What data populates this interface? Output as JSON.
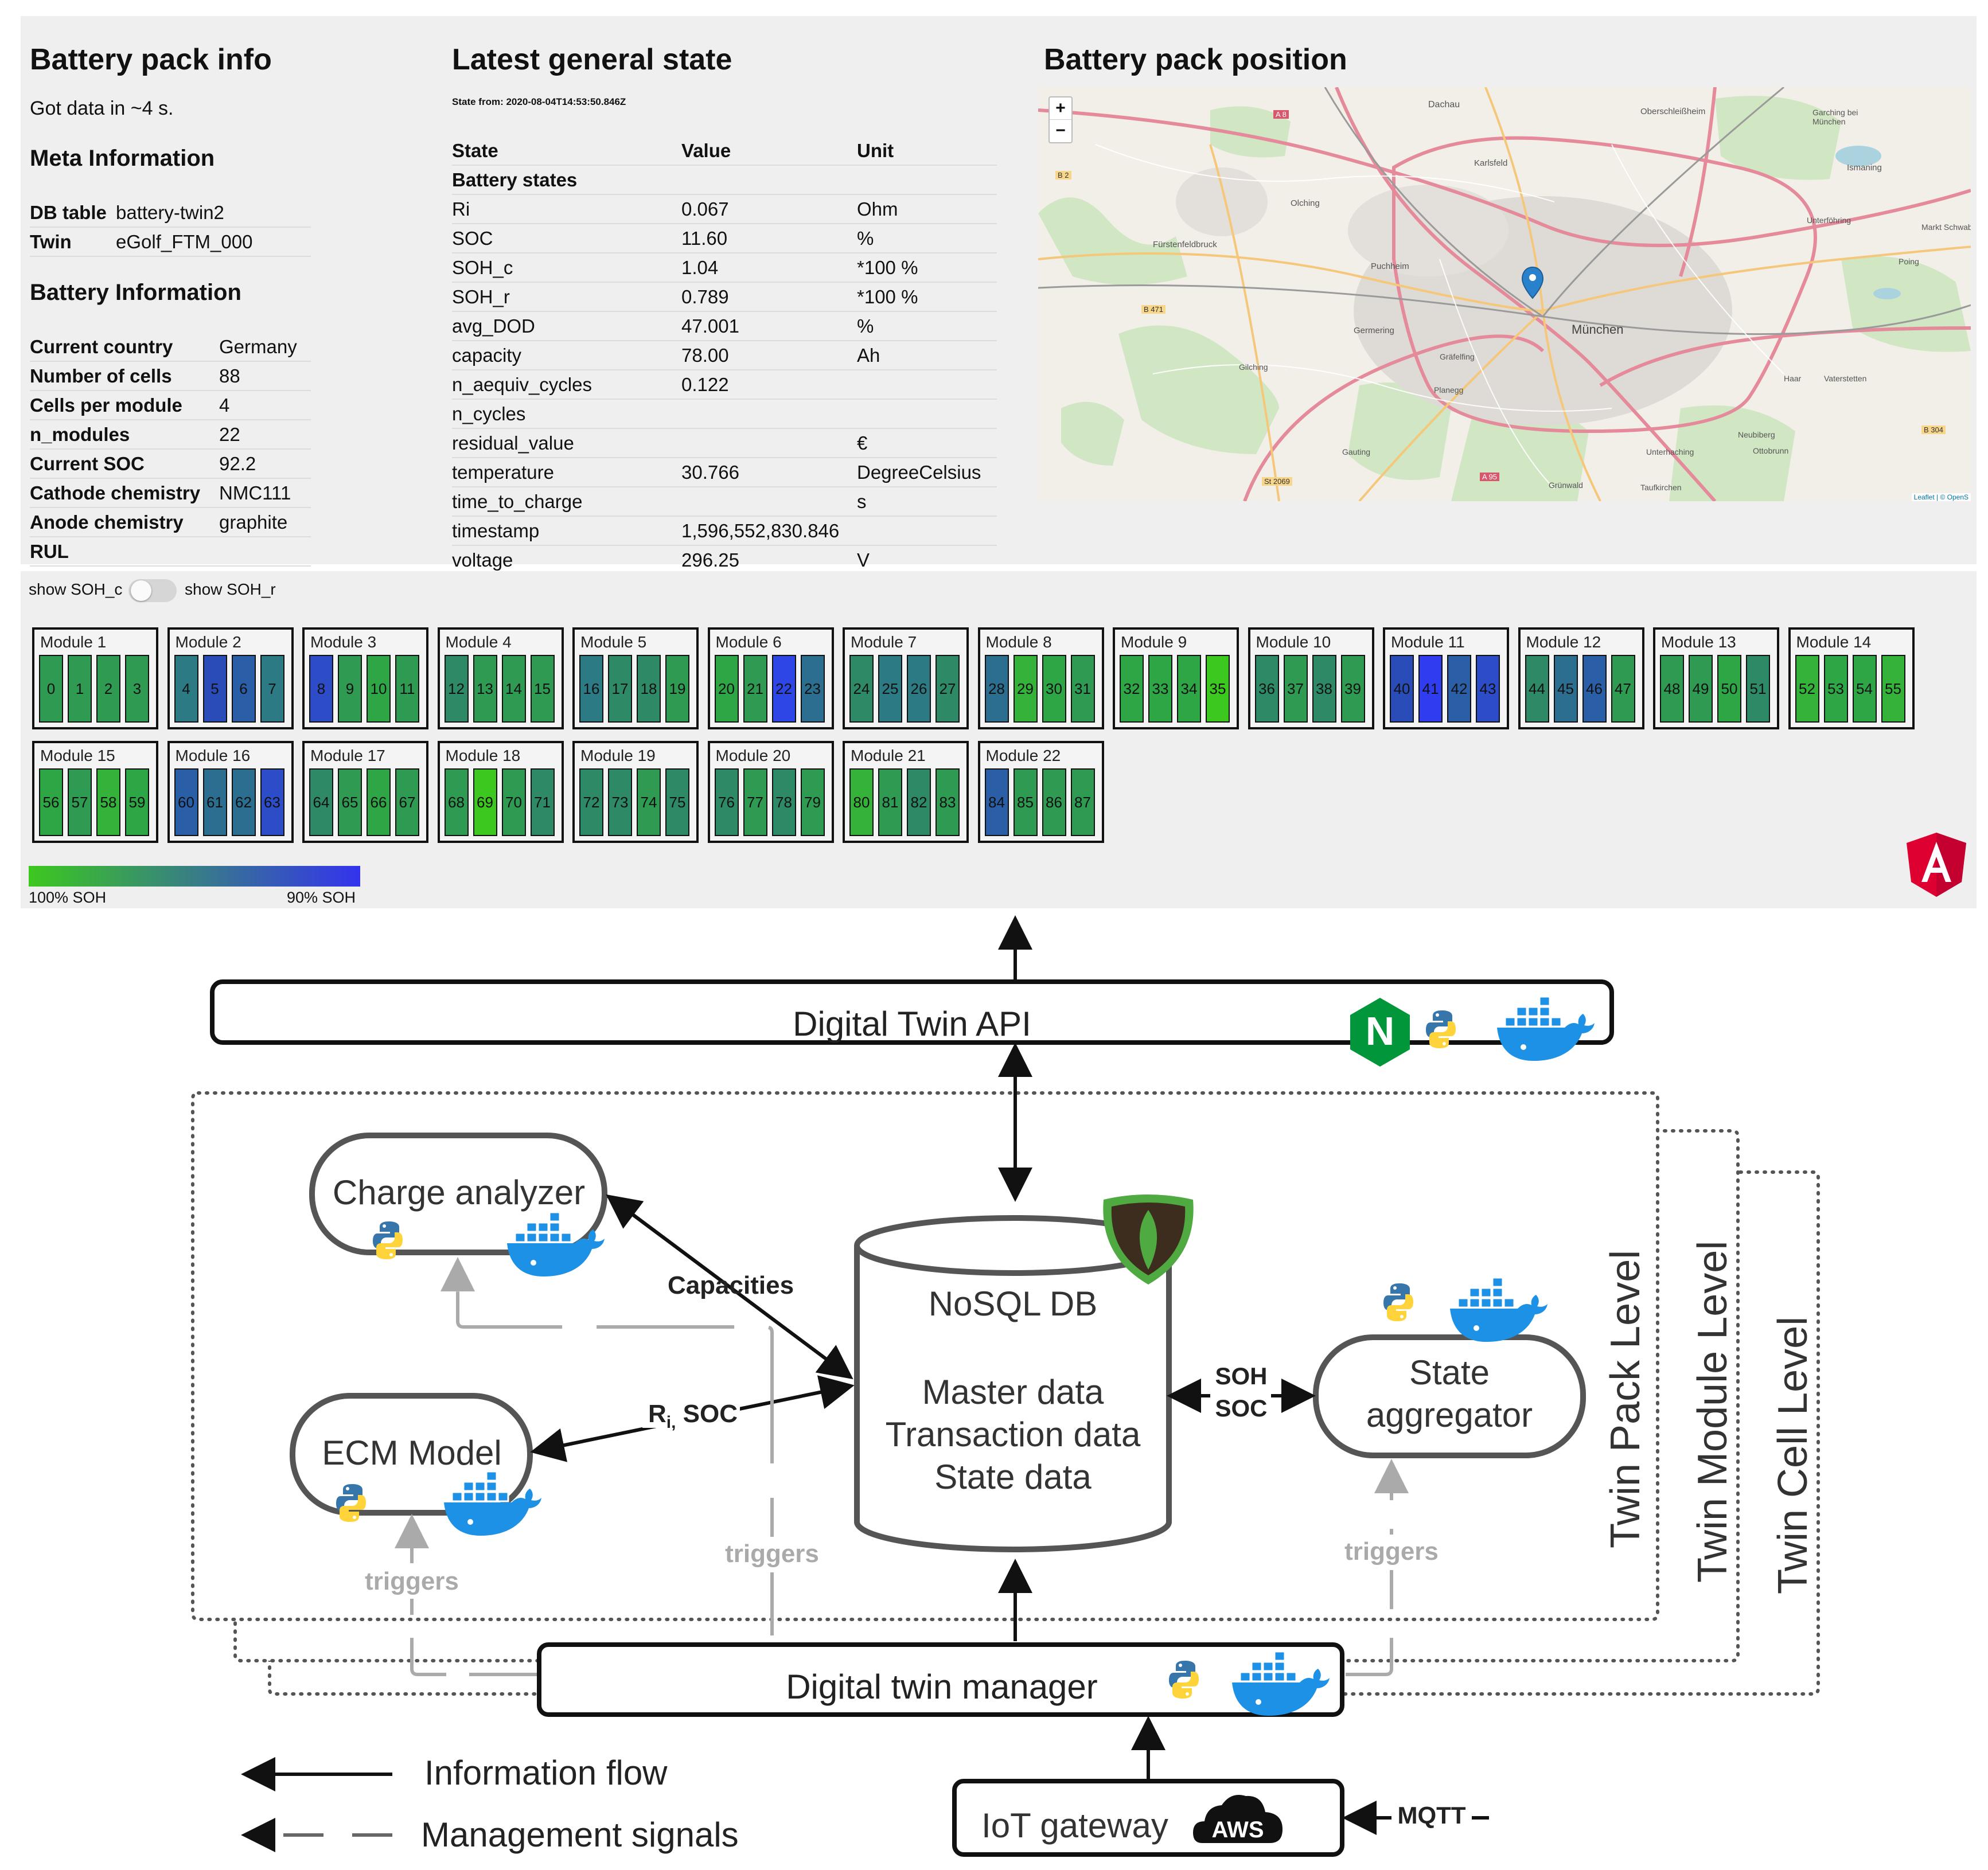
{
  "pack_info": {
    "title": "Battery pack info",
    "got_data": "Got data in ~4 s.",
    "meta_title": "Meta Information",
    "meta": [
      {
        "label": "DB table",
        "value": "battery-twin2"
      },
      {
        "label": "Twin",
        "value": "eGolf_FTM_000"
      }
    ],
    "battery_title": "Battery Information",
    "battery": [
      {
        "label": "Current country",
        "value": "Germany"
      },
      {
        "label": "Number of cells",
        "value": "88"
      },
      {
        "label": "Cells per module",
        "value": "4"
      },
      {
        "label": "n_modules",
        "value": "22"
      },
      {
        "label": "Current SOC",
        "value": "92.2"
      },
      {
        "label": "Cathode chemistry",
        "value": "NMC111"
      },
      {
        "label": "Anode chemistry",
        "value": "graphite"
      },
      {
        "label": "RUL",
        "value": ""
      }
    ]
  },
  "general_state": {
    "title": "Latest general state",
    "state_from": "State from: 2020-08-04T14:53:50.846Z",
    "columns": [
      "State",
      "Value",
      "Unit"
    ],
    "section": "Battery states",
    "rows": [
      {
        "state": "Ri",
        "value": "0.067",
        "unit": "Ohm"
      },
      {
        "state": "SOC",
        "value": "11.60",
        "unit": "%"
      },
      {
        "state": "SOH_c",
        "value": "1.04",
        "unit": "*100 %"
      },
      {
        "state": "SOH_r",
        "value": "0.789",
        "unit": "*100 %"
      },
      {
        "state": "avg_DOD",
        "value": "47.001",
        "unit": "%"
      },
      {
        "state": "capacity",
        "value": "78.00",
        "unit": "Ah"
      },
      {
        "state": "n_aequiv_cycles",
        "value": "0.122",
        "unit": ""
      },
      {
        "state": "n_cycles",
        "value": "",
        "unit": ""
      },
      {
        "state": "residual_value",
        "value": "",
        "unit": "€"
      },
      {
        "state": "temperature",
        "value": "30.766",
        "unit": "DegreeCelsius"
      },
      {
        "state": "time_to_charge",
        "value": "",
        "unit": "s"
      },
      {
        "state": "timestamp",
        "value": "1,596,552,830.846",
        "unit": ""
      },
      {
        "state": "voltage",
        "value": "296.25",
        "unit": "V"
      }
    ]
  },
  "position": {
    "title": "Battery pack position",
    "zoom_in": "+",
    "zoom_out": "−",
    "places": [
      "Dachau",
      "Oberschleißheim",
      "Garching bei München",
      "Karlsfeld",
      "Ismaning",
      "Olching",
      "Unterföhring",
      "Fürstenfeldbruck",
      "Markt Schwaben",
      "Puchheim",
      "Poing",
      "Germering",
      "München",
      "Gräfelfing",
      "Planegg",
      "Gilching",
      "Haar",
      "Vaterstetten",
      "Neubiberg",
      "Ottobrunn",
      "Gauting",
      "Unterhaching",
      "Grünwald",
      "Taufkirchen"
    ],
    "attribution": "Leaflet | © OpenS",
    "road_labels": [
      "A 8",
      "B 2",
      "B 471",
      "St 2069",
      "A 95",
      "B 304"
    ]
  },
  "modules_panel": {
    "toggle_left": "show SOH_c",
    "toggle_right": "show SOH_r",
    "scale_left": "100% SOH",
    "scale_right": "90% SOH",
    "scale_colors": [
      "#3cc81e",
      "#3333ee"
    ],
    "modules": [
      {
        "name": "Module 1",
        "cells": [
          "0",
          "1",
          "2",
          "3"
        ],
        "colors": [
          "#2e9a52",
          "#2e9a52",
          "#2e9a52",
          "#2e9a52"
        ]
      },
      {
        "name": "Module 2",
        "cells": [
          "4",
          "5",
          "6",
          "7"
        ],
        "colors": [
          "#2c7a84",
          "#2a4cb8",
          "#2a5ea6",
          "#2c7a84"
        ]
      },
      {
        "name": "Module 3",
        "cells": [
          "8",
          "9",
          "10",
          "11"
        ],
        "colors": [
          "#2c4cc8",
          "#2e9a52",
          "#2ea646",
          "#2e9a52"
        ]
      },
      {
        "name": "Module 4",
        "cells": [
          "12",
          "13",
          "14",
          "15"
        ],
        "colors": [
          "#2e8a66",
          "#2e9a52",
          "#2e9a52",
          "#2e9a52"
        ]
      },
      {
        "name": "Module 5",
        "cells": [
          "16",
          "17",
          "18",
          "19"
        ],
        "colors": [
          "#2c7a84",
          "#2e8a66",
          "#2e8a66",
          "#2e9a52"
        ]
      },
      {
        "name": "Module 6",
        "cells": [
          "20",
          "21",
          "22",
          "23"
        ],
        "colors": [
          "#2ea646",
          "#2e9a52",
          "#2f46e6",
          "#2c6e90"
        ]
      },
      {
        "name": "Module 7",
        "cells": [
          "24",
          "25",
          "26",
          "27"
        ],
        "colors": [
          "#2e8a66",
          "#2c7a84",
          "#2c7a84",
          "#2e8a66"
        ]
      },
      {
        "name": "Module 8",
        "cells": [
          "28",
          "29",
          "30",
          "31"
        ],
        "colors": [
          "#2c6e90",
          "#34b23a",
          "#2ea646",
          "#2e9a52"
        ]
      },
      {
        "name": "Module 9",
        "cells": [
          "32",
          "33",
          "34",
          "35"
        ],
        "colors": [
          "#2ea646",
          "#2ea646",
          "#2ea646",
          "#3cc81e"
        ]
      },
      {
        "name": "Module 10",
        "cells": [
          "36",
          "37",
          "38",
          "39"
        ],
        "colors": [
          "#2e8a66",
          "#2e9a52",
          "#2e8a66",
          "#2e9a52"
        ]
      },
      {
        "name": "Module 11",
        "cells": [
          "40",
          "41",
          "42",
          "43"
        ],
        "colors": [
          "#2a4cb8",
          "#2f3cf0",
          "#2a5ea6",
          "#2c4cc8"
        ]
      },
      {
        "name": "Module 12",
        "cells": [
          "44",
          "45",
          "46",
          "47"
        ],
        "colors": [
          "#2e8a66",
          "#2c6e90",
          "#2a5ea6",
          "#2e9a52"
        ]
      },
      {
        "name": "Module 13",
        "cells": [
          "48",
          "49",
          "50",
          "51"
        ],
        "colors": [
          "#2e9a52",
          "#2e9a52",
          "#2ea646",
          "#2e8a66"
        ]
      },
      {
        "name": "Module 14",
        "cells": [
          "52",
          "53",
          "54",
          "55"
        ],
        "colors": [
          "#34b23a",
          "#2ea646",
          "#2ea646",
          "#34b23a"
        ]
      },
      {
        "name": "Module 15",
        "cells": [
          "56",
          "57",
          "58",
          "59"
        ],
        "colors": [
          "#2ea646",
          "#2e9a52",
          "#34b23a",
          "#2ea646"
        ]
      },
      {
        "name": "Module 16",
        "cells": [
          "60",
          "61",
          "62",
          "63"
        ],
        "colors": [
          "#2a5ea6",
          "#2c6e90",
          "#2c6e90",
          "#2c4cc8"
        ]
      },
      {
        "name": "Module 17",
        "cells": [
          "64",
          "65",
          "66",
          "67"
        ],
        "colors": [
          "#2e8a66",
          "#2e9a52",
          "#2ea646",
          "#2e9a52"
        ]
      },
      {
        "name": "Module 18",
        "cells": [
          "68",
          "69",
          "70",
          "71"
        ],
        "colors": [
          "#2e9a52",
          "#3cc81e",
          "#2e9a52",
          "#2e8a66"
        ]
      },
      {
        "name": "Module 19",
        "cells": [
          "72",
          "73",
          "74",
          "75"
        ],
        "colors": [
          "#2e8a66",
          "#2e8a66",
          "#2e9a52",
          "#2e8a66"
        ]
      },
      {
        "name": "Module 20",
        "cells": [
          "76",
          "77",
          "78",
          "79"
        ],
        "colors": [
          "#2e8a66",
          "#2e9a52",
          "#2e8a66",
          "#2e9a52"
        ]
      },
      {
        "name": "Module 21",
        "cells": [
          "80",
          "81",
          "82",
          "83"
        ],
        "colors": [
          "#34b23a",
          "#2e9a52",
          "#2e8a66",
          "#2e9a52"
        ]
      },
      {
        "name": "Module 22",
        "cells": [
          "84",
          "85",
          "86",
          "87"
        ],
        "colors": [
          "#2a5ea6",
          "#2e9a52",
          "#2e9a52",
          "#2e9a52"
        ]
      }
    ]
  },
  "architecture": {
    "api": "Digital Twin API",
    "charge_analyzer": "Charge analyzer",
    "ecm_model": "ECM Model",
    "db_title": "NoSQL DB",
    "db_lines": [
      "Master data",
      "Transaction data",
      "State data"
    ],
    "state_aggregator": [
      "State",
      "aggregator"
    ],
    "manager": "Digital twin manager",
    "gateway": "IoT gateway",
    "aws": "AWS",
    "mqtt": "MQTT",
    "capacities": "Capacities",
    "ri_soc_r": "R",
    "ri_soc_sub": "i,",
    "ri_soc_rest": " SOC",
    "soh": "SOH",
    "soc": "SOC",
    "triggers": "triggers",
    "level_pack": "Twin Pack Level",
    "level_module": "Twin Module Level",
    "level_cell": "Twin Cell Level",
    "legend_info": "Information flow",
    "legend_mgmt": "Management signals",
    "nginx_letter": "N",
    "colors": {
      "python_blue": "#3776ab",
      "python_yellow": "#ffd43b",
      "docker": "#1d91e6",
      "nginx": "#009639",
      "mongo_leaf": "#4faa41",
      "angular": "#dd0031",
      "trigger_gray": "#aaaaaa"
    }
  }
}
